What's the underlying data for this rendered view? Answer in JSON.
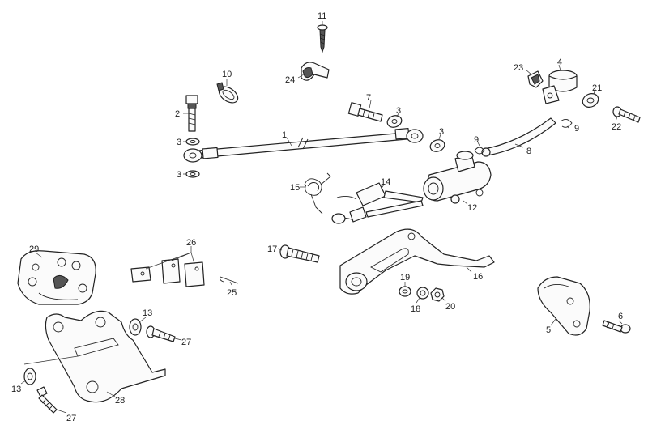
{
  "diagram": {
    "callouts": [
      {
        "id": "c1",
        "text": "1"
      },
      {
        "id": "c2",
        "text": "2"
      },
      {
        "id": "c3a",
        "text": "3"
      },
      {
        "id": "c3b",
        "text": "3"
      },
      {
        "id": "c3c",
        "text": "3"
      },
      {
        "id": "c3d",
        "text": "3"
      },
      {
        "id": "c4",
        "text": "4"
      },
      {
        "id": "c5",
        "text": "5"
      },
      {
        "id": "c6",
        "text": "6"
      },
      {
        "id": "c7",
        "text": "7"
      },
      {
        "id": "c8",
        "text": "8"
      },
      {
        "id": "c9a",
        "text": "9"
      },
      {
        "id": "c9b",
        "text": "9"
      },
      {
        "id": "c10",
        "text": "10"
      },
      {
        "id": "c11",
        "text": "11"
      },
      {
        "id": "c12",
        "text": "12"
      },
      {
        "id": "c13a",
        "text": "13"
      },
      {
        "id": "c13b",
        "text": "13"
      },
      {
        "id": "c14",
        "text": "14"
      },
      {
        "id": "c15",
        "text": "15"
      },
      {
        "id": "c16",
        "text": "16"
      },
      {
        "id": "c17",
        "text": "17"
      },
      {
        "id": "c18",
        "text": "18"
      },
      {
        "id": "c19",
        "text": "19"
      },
      {
        "id": "c20",
        "text": "20"
      },
      {
        "id": "c21",
        "text": "21"
      },
      {
        "id": "c22",
        "text": "22"
      },
      {
        "id": "c23",
        "text": "23"
      },
      {
        "id": "c24",
        "text": "24"
      },
      {
        "id": "c25",
        "text": "25"
      },
      {
        "id": "c26",
        "text": "26"
      },
      {
        "id": "c27a",
        "text": "27"
      },
      {
        "id": "c27b",
        "text": "27"
      },
      {
        "id": "c28",
        "text": "28"
      },
      {
        "id": "c29",
        "text": "29"
      }
    ]
  }
}
